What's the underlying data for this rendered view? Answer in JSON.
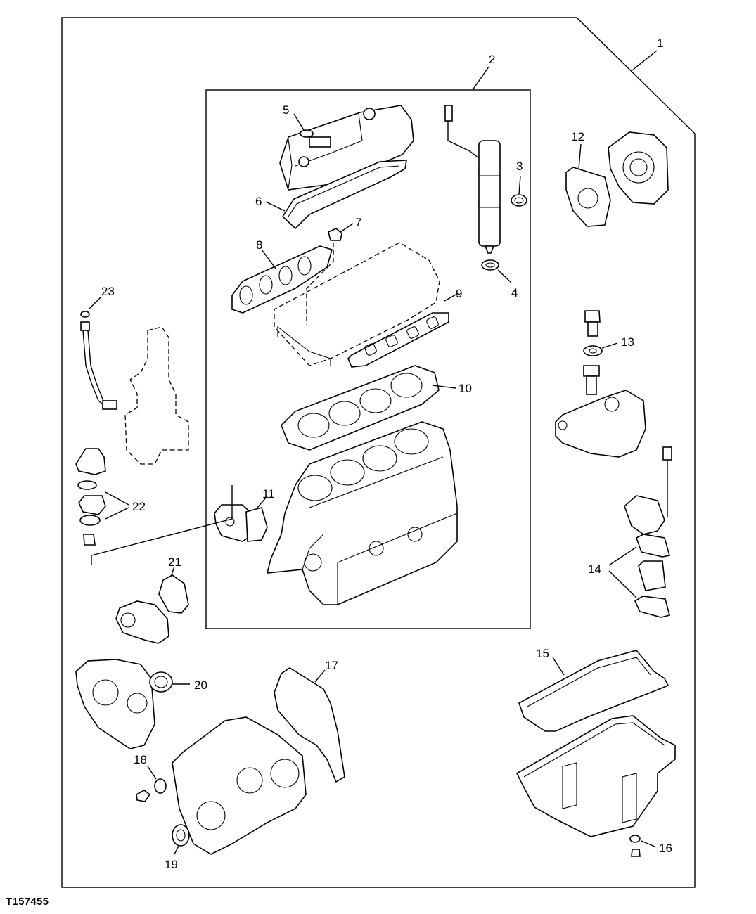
{
  "figure_ref": "T157455",
  "callouts": {
    "c1": "1",
    "c2": "2",
    "c3": "3",
    "c4": "4",
    "c5": "5",
    "c6": "6",
    "c7": "7",
    "c8": "8",
    "c9": "9",
    "c10": "10",
    "c11": "11",
    "c12": "12",
    "c13": "13",
    "c14": "14",
    "c15": "15",
    "c16": "16",
    "c17": "17",
    "c18": "18",
    "c19": "19",
    "c20": "20",
    "c21": "21",
    "c22": "22",
    "c23": "23"
  }
}
